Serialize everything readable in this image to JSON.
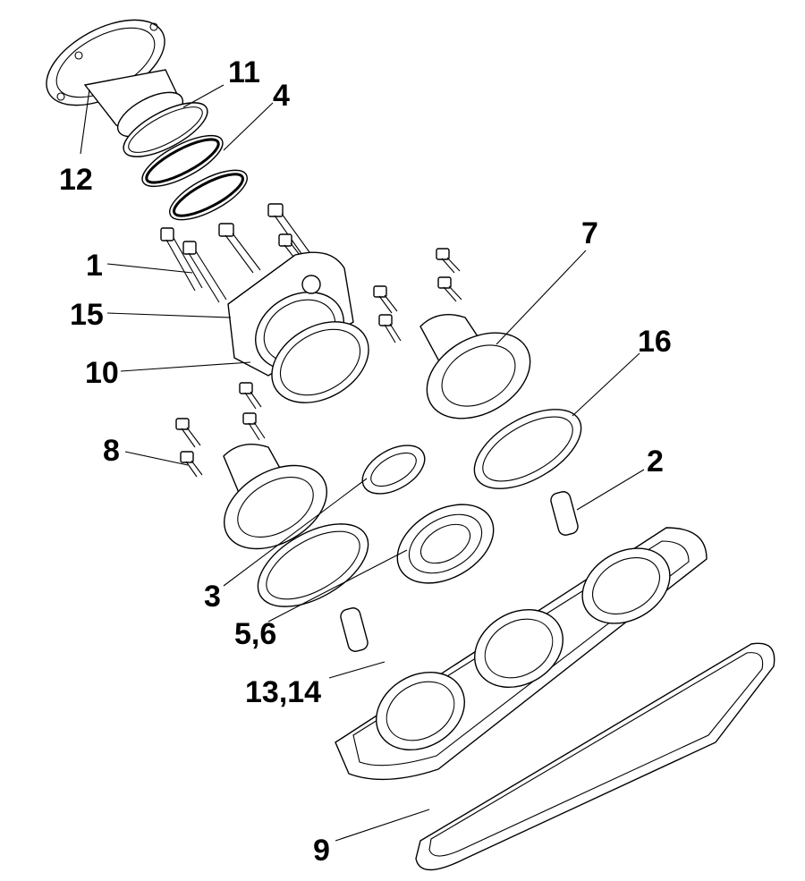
{
  "diagram": {
    "callouts": [
      {
        "id": "c12",
        "text": "12"
      },
      {
        "id": "c11",
        "text": "11"
      },
      {
        "id": "c4",
        "text": "4"
      },
      {
        "id": "c1",
        "text": "1"
      },
      {
        "id": "c15",
        "text": "15"
      },
      {
        "id": "c10",
        "text": "10"
      },
      {
        "id": "c7",
        "text": "7"
      },
      {
        "id": "c16",
        "text": "16"
      },
      {
        "id": "c8",
        "text": "8"
      },
      {
        "id": "c2",
        "text": "2"
      },
      {
        "id": "c3",
        "text": "3"
      },
      {
        "id": "c56",
        "text": "5,6"
      },
      {
        "id": "c1314",
        "text": "13,14"
      },
      {
        "id": "c9",
        "text": "9"
      }
    ]
  }
}
